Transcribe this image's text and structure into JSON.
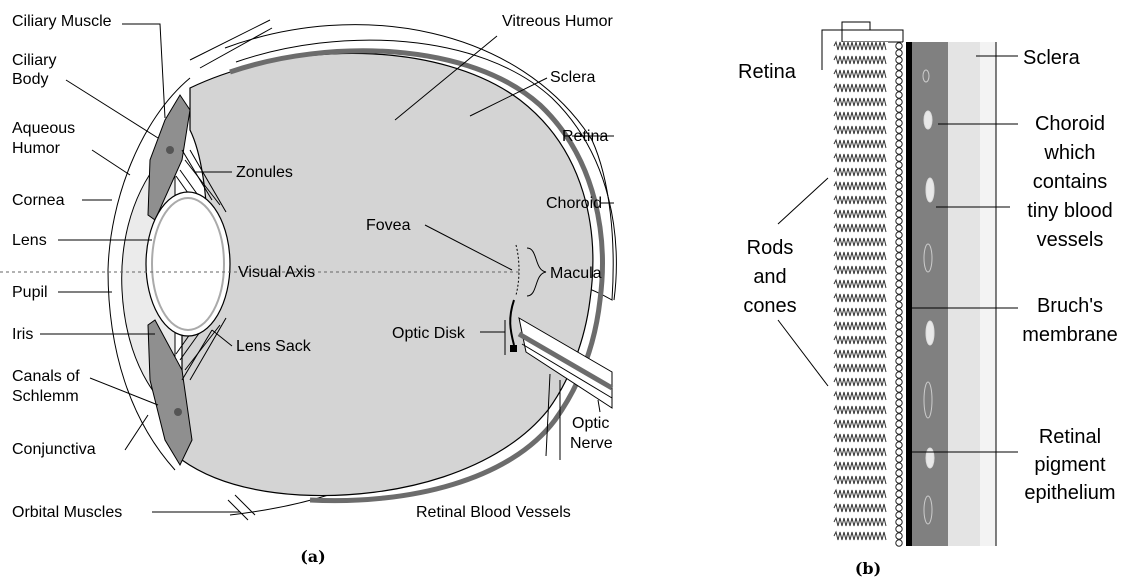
{
  "panel_a": {
    "caption": "(a)",
    "labels": {
      "ciliary_muscle": "Ciliary Muscle",
      "ciliary_body_1": "Ciliary",
      "ciliary_body_2": "Body",
      "aqueous_1": "Aqueous",
      "aqueous_2": "Humor",
      "cornea": "Cornea",
      "lens": "Lens",
      "pupil": "Pupil",
      "iris": "Iris",
      "canals_1": "Canals of",
      "canals_2": "Schlemm",
      "conjunctiva": "Conjunctiva",
      "orbital": "Orbital Muscles",
      "zonules": "Zonules",
      "visual_axis": "Visual Axis",
      "lens_sack": "Lens Sack",
      "vitreous": "Vitreous Humor",
      "sclera": "Sclera",
      "retina": "Retina",
      "choroid": "Choroid",
      "fovea": "Fovea",
      "macula": "Macula",
      "optic_disk": "Optic Disk",
      "optic_nerve_1": "Optic",
      "optic_nerve_2": "Nerve",
      "retinal_vessels": "Retinal Blood Vessels"
    }
  },
  "panel_b": {
    "caption": "(b)",
    "labels": {
      "retina": "Retina",
      "rods_1": "Rods",
      "rods_2": "and",
      "rods_3": "cones",
      "sclera": "Sclera",
      "choroid_1": "Choroid",
      "choroid_2": "which",
      "choroid_3": "contains",
      "choroid_4": "tiny blood",
      "choroid_5": "vessels",
      "bruch_1": "Bruch's",
      "bruch_2": "membrane",
      "rpe_1": "Retinal",
      "rpe_2": "pigment",
      "rpe_3": "epithelium"
    }
  },
  "colors": {
    "vitreous_fill": "#d4d4d4",
    "muscle_fill": "#8f8f8f",
    "choroid_band": "#808080",
    "sclera_band": "#e4e4e4"
  }
}
